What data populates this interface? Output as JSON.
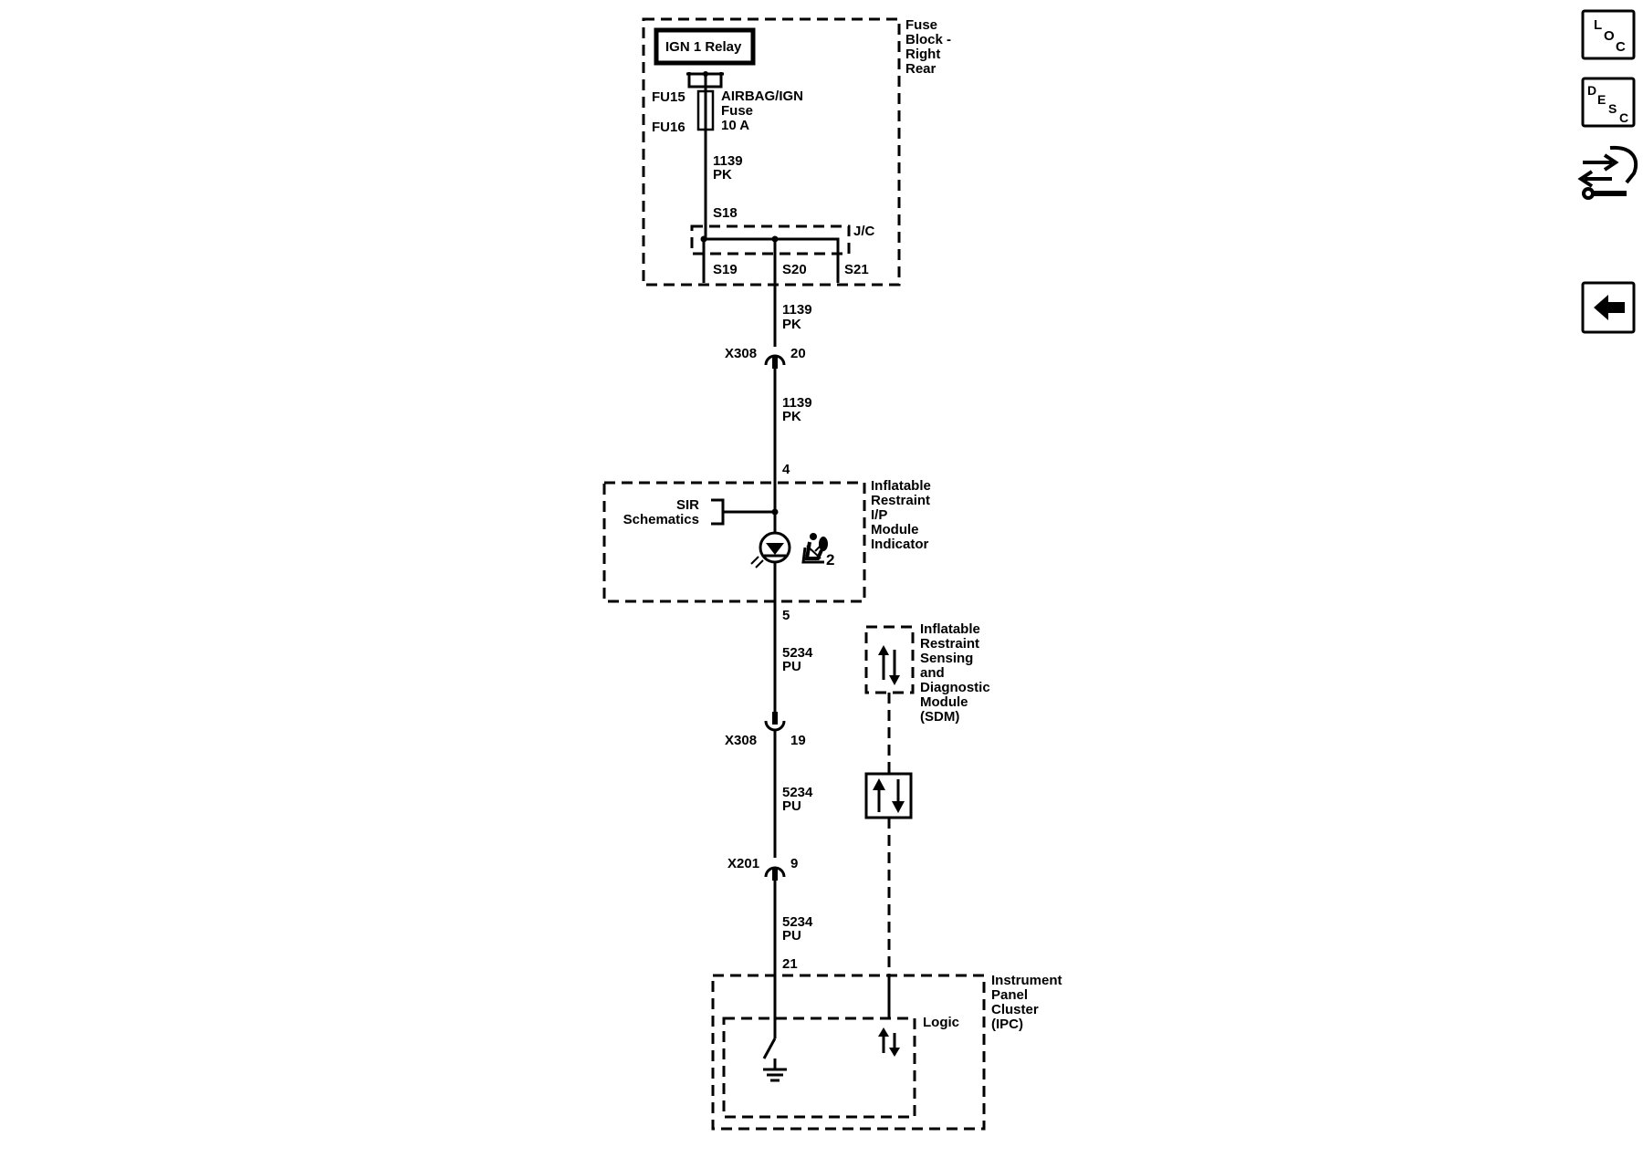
{
  "fuse_block": {
    "title": [
      "Fuse",
      "Block -",
      "Right",
      "Rear"
    ],
    "relay_label": "IGN 1 Relay",
    "fuse_terminal_top": "FU15",
    "fuse_terminal_bottom": "FU16",
    "fuse_name": [
      "AIRBAG/IGN",
      "Fuse",
      "10 A"
    ],
    "wire_circuit": "1139",
    "wire_color": "PK",
    "splice_top": "S18",
    "jc_label": "J/C",
    "splices": [
      "S19",
      "S20",
      "S21"
    ]
  },
  "wire_1": {
    "circuit": "1139",
    "color": "PK"
  },
  "connector_x308_a": {
    "name": "X308",
    "pin": "20"
  },
  "wire_2": {
    "circuit": "1139",
    "color": "PK"
  },
  "indicator_module": {
    "pin_in": "4",
    "pin_out": "5",
    "title": [
      "Inflatable",
      "Restraint",
      "I/P",
      "Module",
      "Indicator"
    ],
    "ref_text": [
      "SIR",
      "Schematics"
    ],
    "symbol_number": "2"
  },
  "wire_3": {
    "circuit": "5234",
    "color": "PU"
  },
  "connector_x308_b": {
    "name": "X308",
    "pin": "19"
  },
  "wire_4": {
    "circuit": "5234",
    "color": "PU"
  },
  "connector_x201": {
    "name": "X201",
    "pin": "9"
  },
  "wire_5": {
    "circuit": "5234",
    "color": "PU"
  },
  "sdm": {
    "title": [
      "Inflatable",
      "Restraint",
      "Sensing",
      "and",
      "Diagnostic",
      "Module",
      "(SDM)"
    ]
  },
  "ipc": {
    "pin": "21",
    "title": [
      "Instrument",
      "Panel",
      "Cluster",
      "(IPC)"
    ],
    "logic_label": "Logic"
  },
  "nav": {
    "loc": [
      "L",
      "O",
      "C"
    ],
    "desc": [
      "D",
      "E",
      "S",
      "C"
    ]
  }
}
